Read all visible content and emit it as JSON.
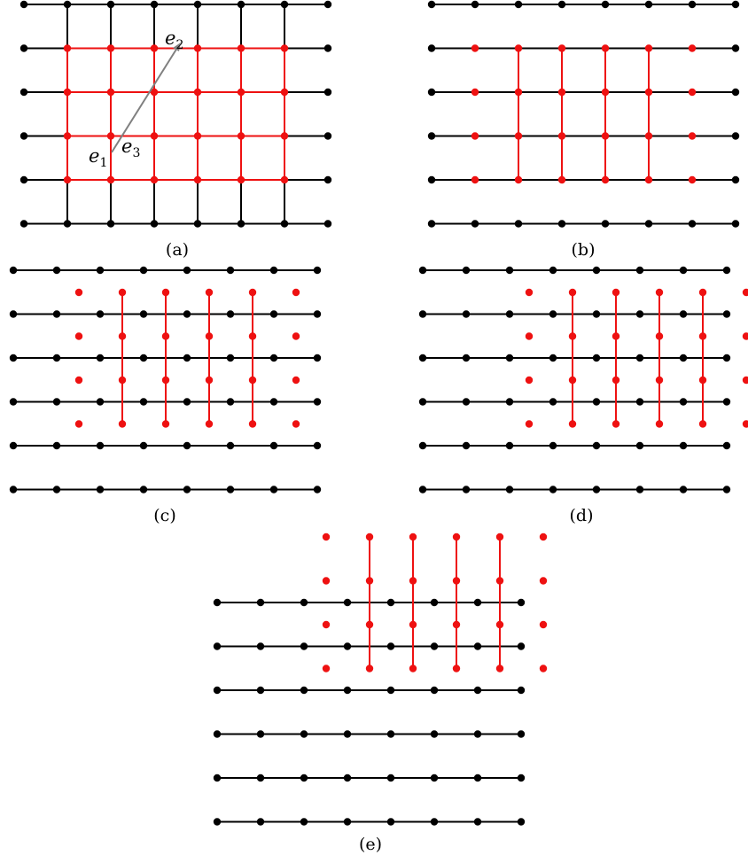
{
  "panels": [
    {
      "id": "a",
      "label": "(a)"
    },
    {
      "id": "b",
      "label": "(b)"
    },
    {
      "id": "c",
      "label": "(c)"
    },
    {
      "id": "d",
      "label": "(d)"
    },
    {
      "id": "e",
      "label": "(e)"
    }
  ],
  "vectors": {
    "e1": {
      "base": "e",
      "sub": "1"
    },
    "e2": {
      "base": "e",
      "sub": "2"
    },
    "e3": {
      "base": "e",
      "sub": "3"
    }
  },
  "colors": {
    "black": "#000000",
    "red": "#ee1111",
    "arrow": "#808080"
  }
}
